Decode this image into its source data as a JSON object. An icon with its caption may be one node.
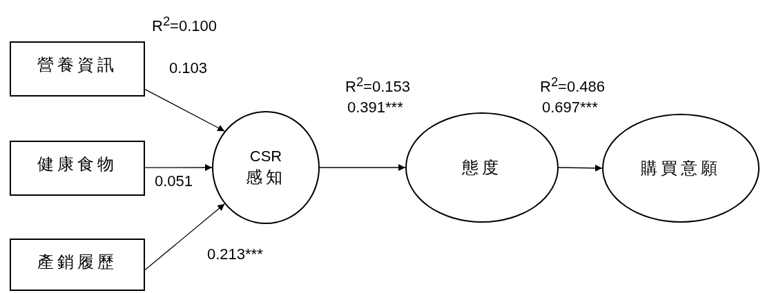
{
  "diagram": {
    "nodes": [
      {
        "text": [
          "營養資訊"
        ]
      },
      {
        "text": [
          "健康食物"
        ]
      },
      {
        "text": [
          "產銷履歷"
        ]
      },
      {
        "text": [
          "CSR",
          "感知"
        ]
      },
      {
        "text": [
          "態度"
        ]
      },
      {
        "text": [
          "購買意願"
        ]
      }
    ],
    "labels": [
      "R$^{2}$=0.100",
      "R$^{2}$=0.153",
      "R$^{2}$=0.486"
    ],
    "edges": [
      {
        "from": 0,
        "to": 3,
        "arrow": "to",
        "label": "0.103"
      },
      {
        "from": 1,
        "to": 3,
        "arrow": "to",
        "label": "0.051"
      },
      {
        "from": 2,
        "to": 3,
        "arrow": "to",
        "label": "0.213***"
      },
      {
        "from": 3,
        "to": 4,
        "arrow": "to",
        "label": "0.391***"
      },
      {
        "from": 4,
        "to": 5,
        "arrow": "to",
        "label": "0.697***"
      }
    ]
  }
}
